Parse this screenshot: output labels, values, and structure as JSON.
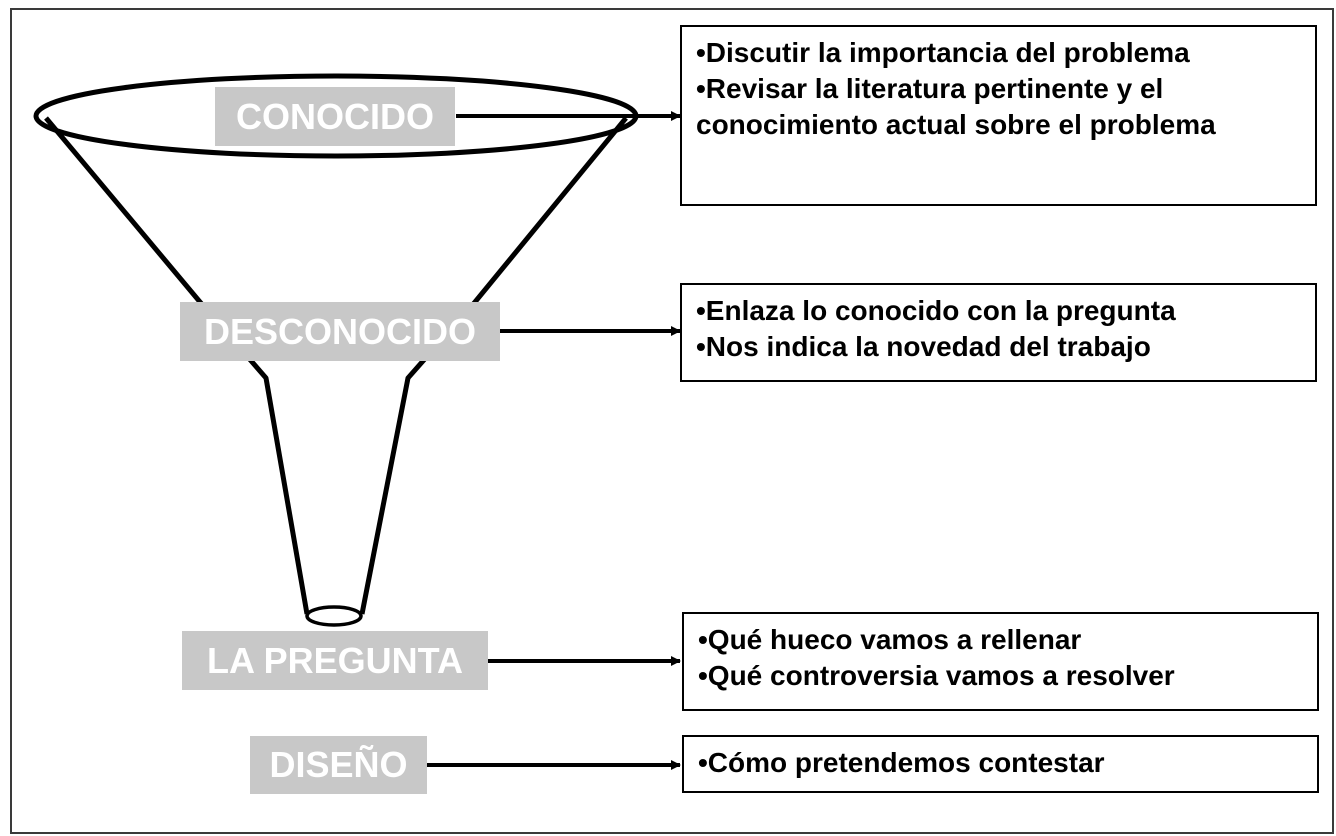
{
  "stages": [
    {
      "label": "CONOCIDO",
      "notes": [
        "•Discutir la importancia del problema",
        "•Revisar la literatura pertinente y el conocimiento actual sobre el problema"
      ]
    },
    {
      "label": "DESCONOCIDO",
      "notes": [
        "•Enlaza lo conocido con la pregunta",
        "•Nos indica la novedad del trabajo"
      ]
    },
    {
      "label": "LA PREGUNTA",
      "notes": [
        "•Qué hueco vamos a rellenar",
        "•Qué controversia vamos a resolver"
      ]
    },
    {
      "label": "DISEÑO",
      "notes": [
        "•Cómo pretendemos contestar"
      ]
    }
  ],
  "colors": {
    "label_background": "#c8c8c8",
    "label_text": "#ffffff",
    "outline": "#000000"
  }
}
